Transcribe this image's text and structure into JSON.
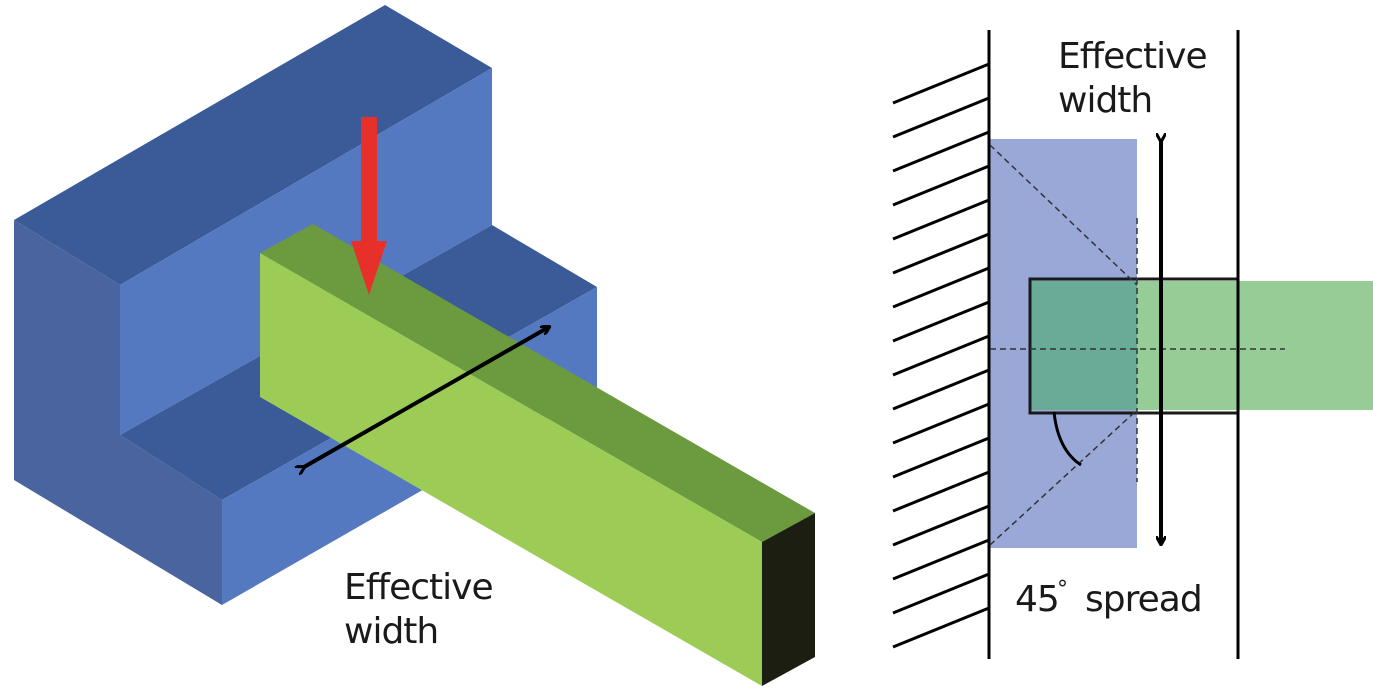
{
  "left_figure": {
    "label_line1": "Effective",
    "label_line2": "width"
  },
  "right_figure": {
    "label_line1": "Effective",
    "label_line2": "width",
    "spread_angle": "45",
    "degree_symbol": "°",
    "spread_word": "spread"
  },
  "colors": {
    "block_top": "#3a5a98",
    "block_front": "#5579c1",
    "block_side": "#4a649f",
    "beam_top": "#6c9a3f",
    "beam_front": "#9ccb56",
    "beam_end": "#1c1e12",
    "load_arrow": "#e8302a",
    "effective_zone": "#9aa8d8",
    "beam_plan": "#96cd96",
    "overlap": "#68ab96"
  }
}
